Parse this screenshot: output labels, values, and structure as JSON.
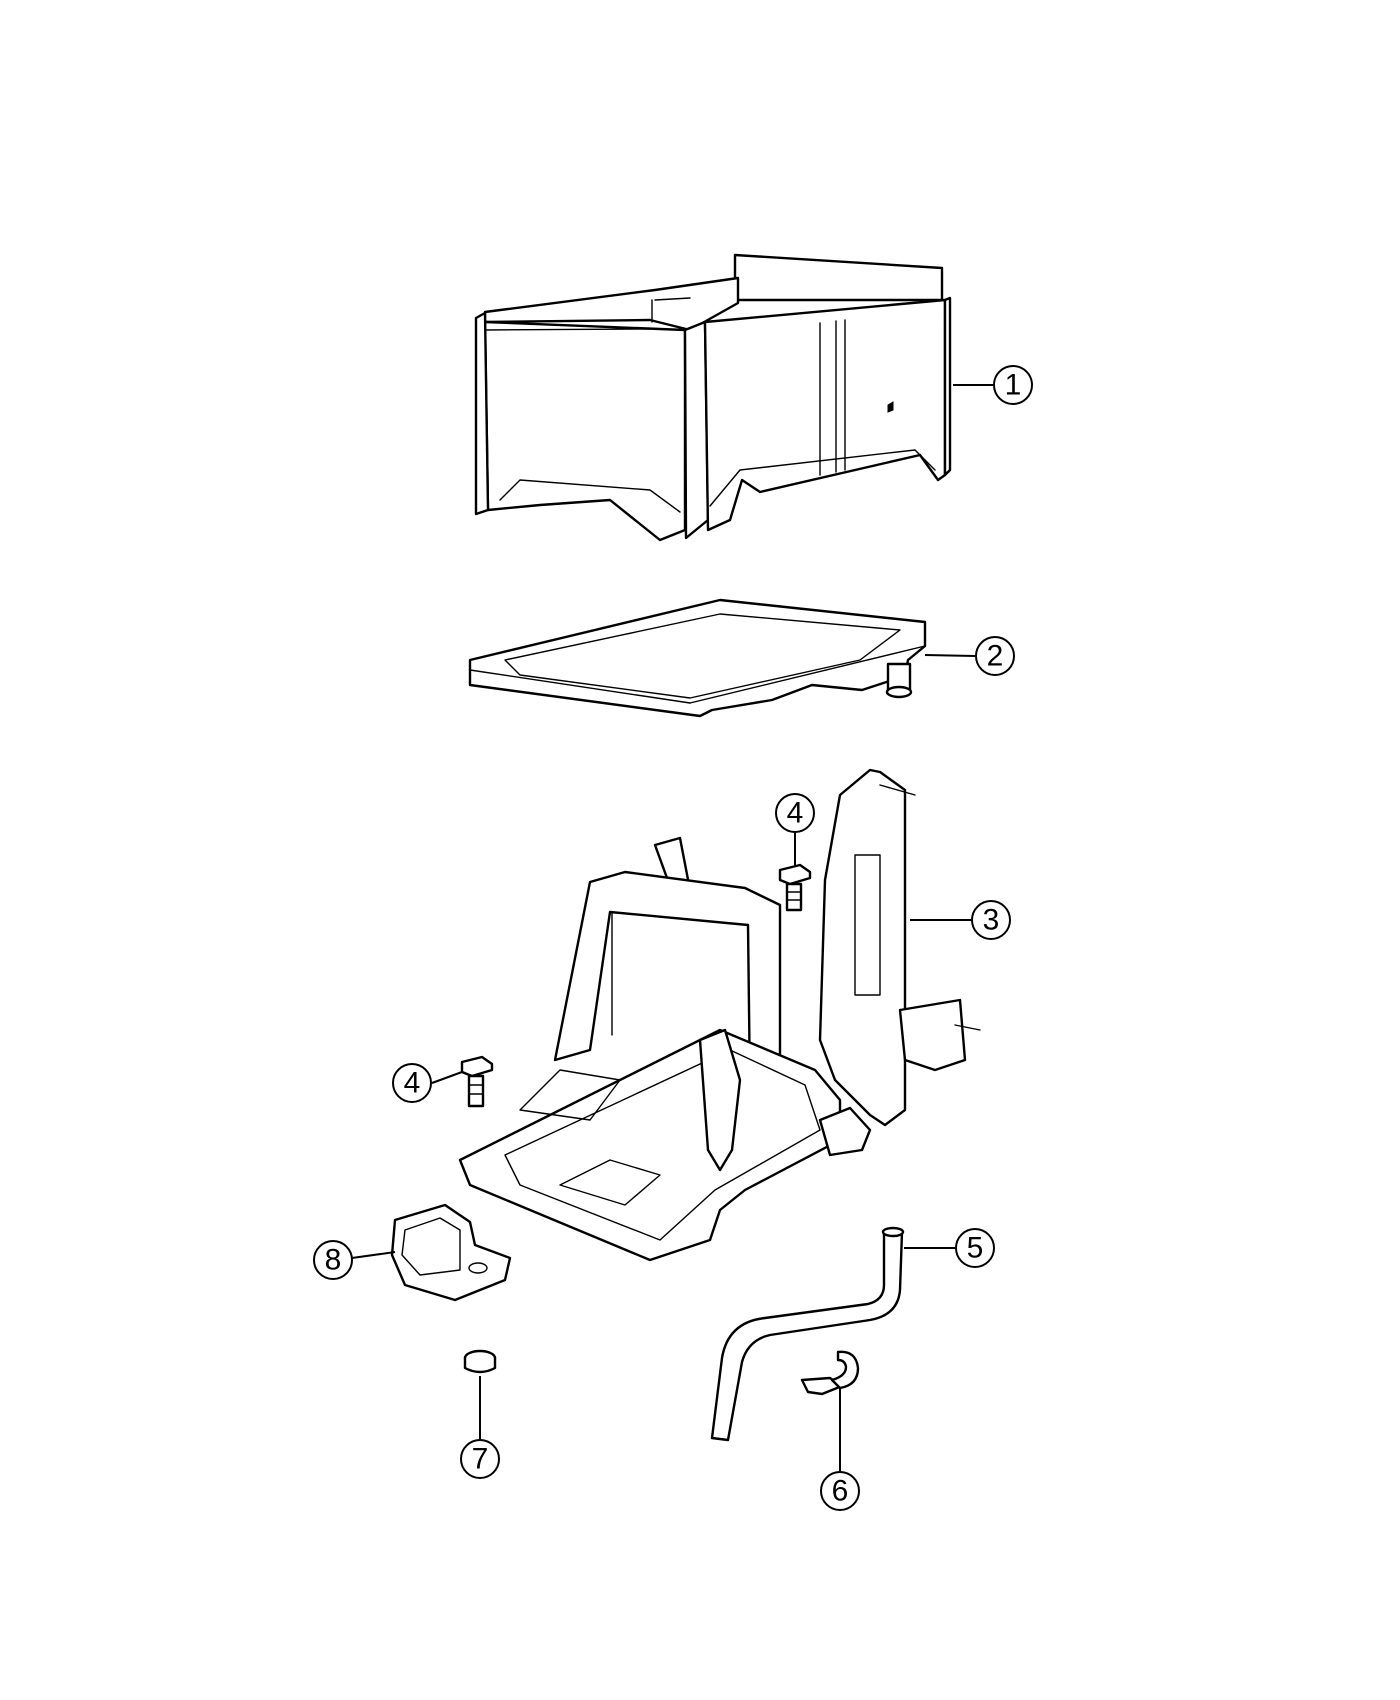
{
  "callouts": [
    {
      "number": "1",
      "part": "battery-case"
    },
    {
      "number": "2",
      "part": "battery-tray-insert"
    },
    {
      "number": "3",
      "part": "battery-tray"
    },
    {
      "number": "4",
      "part": "bolt-upper"
    },
    {
      "number": "4",
      "part": "bolt-left"
    },
    {
      "number": "5",
      "part": "vent-tube"
    },
    {
      "number": "6",
      "part": "tube-clip"
    },
    {
      "number": "7",
      "part": "nut"
    },
    {
      "number": "8",
      "part": "support-bracket"
    }
  ]
}
